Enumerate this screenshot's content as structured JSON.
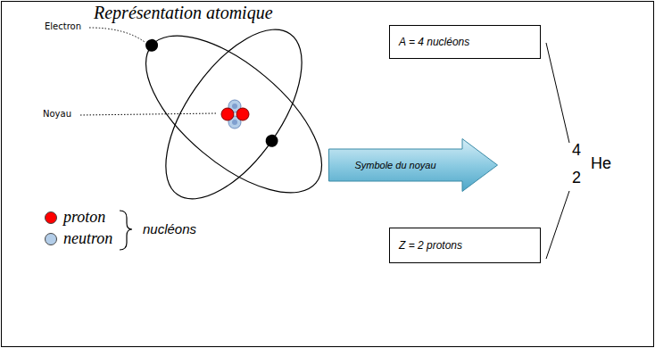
{
  "diagram": {
    "title": "Représentation atomique",
    "nodes": [
      {
        "text": [
          "A = 4 nucléons"
        ]
      },
      {
        "text": [
          "Symbole du noyau"
        ]
      },
      {
        "text": [
          "Z = 2 protons"
        ]
      }
    ],
    "labels": [
      "Electron",
      "Noyau",
      "4",
      "He",
      "2",
      "nucléons"
    ],
    "legend": [
      {
        "text": "proton",
        "color": "#ff0000"
      },
      {
        "text": "neutron",
        "color": "#b3cde8"
      }
    ]
  }
}
